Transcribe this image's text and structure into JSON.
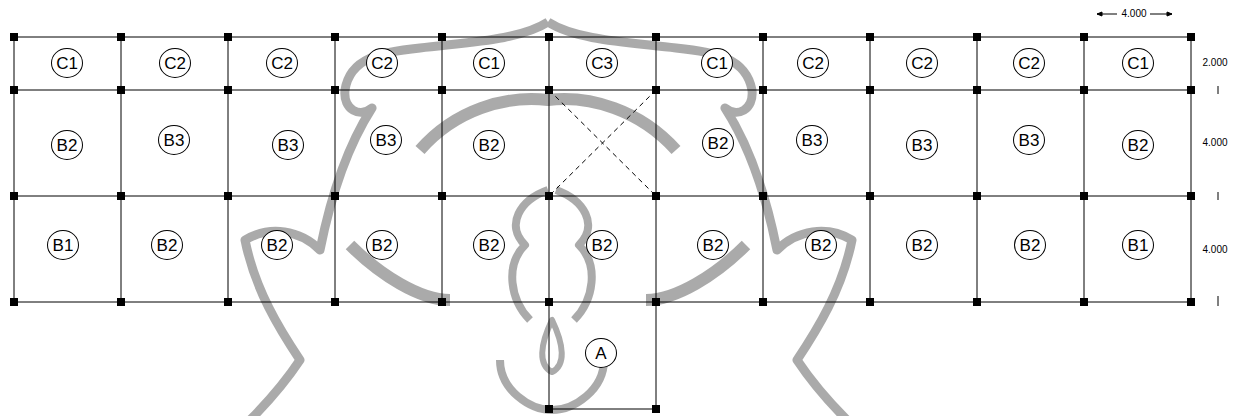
{
  "diagram": {
    "nodes": [
      {
        "text": [
          "C1"
        ]
      },
      {
        "text": [
          "C2"
        ]
      },
      {
        "text": [
          "C2"
        ]
      },
      {
        "text": [
          "C2"
        ]
      },
      {
        "text": [
          "C1"
        ]
      },
      {
        "text": [
          "C3"
        ]
      },
      {
        "text": [
          "C1"
        ]
      },
      {
        "text": [
          "C2"
        ]
      },
      {
        "text": [
          "C2"
        ]
      },
      {
        "text": [
          "C2"
        ]
      },
      {
        "text": [
          "C1"
        ]
      },
      {
        "text": [
          "B2"
        ]
      },
      {
        "text": [
          "B3"
        ]
      },
      {
        "text": [
          "B3"
        ]
      },
      {
        "text": [
          "B3"
        ]
      },
      {
        "text": [
          "B2"
        ]
      },
      {
        "text": [
          "B2"
        ]
      },
      {
        "text": [
          "B3"
        ]
      },
      {
        "text": [
          "B3"
        ]
      },
      {
        "text": [
          "B3"
        ]
      },
      {
        "text": [
          "B2"
        ]
      },
      {
        "text": [
          "B1"
        ]
      },
      {
        "text": [
          "B2"
        ]
      },
      {
        "text": [
          "B2"
        ]
      },
      {
        "text": [
          "B2"
        ]
      },
      {
        "text": [
          "B2"
        ]
      },
      {
        "text": [
          "B2"
        ]
      },
      {
        "text": [
          "B2"
        ]
      },
      {
        "text": [
          "B2"
        ]
      },
      {
        "text": [
          "B2"
        ]
      },
      {
        "text": [
          "B2"
        ]
      },
      {
        "text": [
          "B1"
        ]
      },
      {
        "text": [
          "A"
        ]
      }
    ],
    "labels": [
      "4.000",
      "2.000",
      "4.000",
      "4.000"
    ]
  }
}
